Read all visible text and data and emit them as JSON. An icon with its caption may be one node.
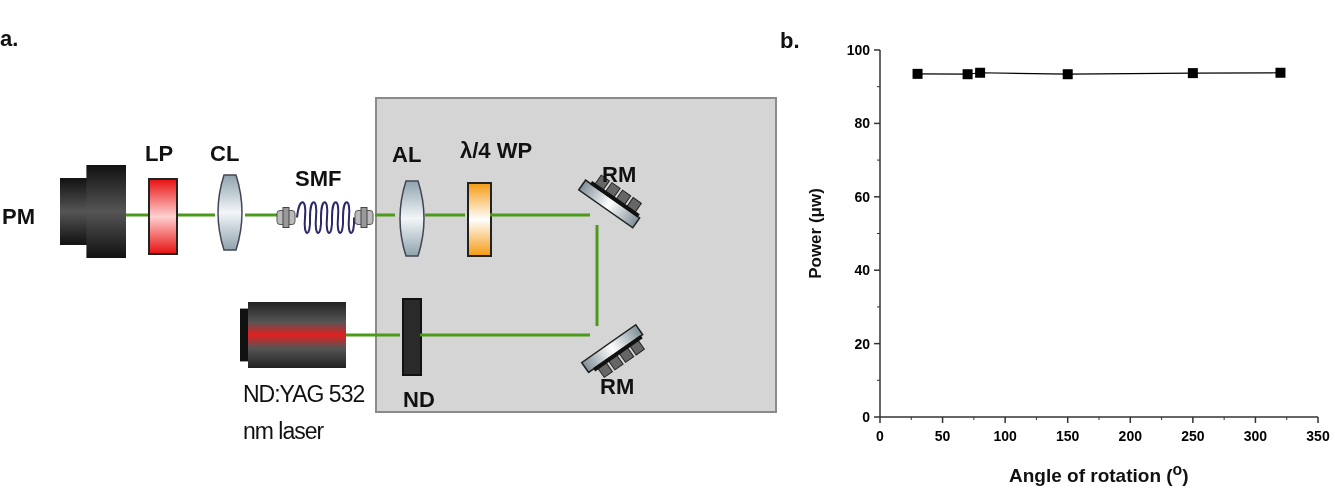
{
  "diagram": {
    "nodes": [
      {
        "text": [],
        "shape": "box"
      },
      {
        "text": [
          "PM"
        ]
      },
      {
        "text": [
          "LP"
        ]
      },
      {
        "text": [
          "CL"
        ]
      },
      {
        "text": [
          "SMF"
        ]
      },
      {
        "text": [
          "AL"
        ],
        "in": 0
      },
      {
        "text": [
          "λ/4 WP"
        ],
        "in": 0
      },
      {
        "text": [
          "RM"
        ],
        "in": 0
      },
      {
        "text": [
          "RM"
        ],
        "in": 0
      },
      {
        "text": [
          "ND"
        ],
        "in": 0
      },
      {
        "text": [
          "ND:YAG 532 nm laser"
        ]
      }
    ],
    "edges": [
      {
        "from": 10,
        "to": 9,
        "arrow": "none"
      },
      {
        "from": 9,
        "to": 8,
        "arrow": "none"
      },
      {
        "from": 8,
        "to": 7,
        "arrow": "none"
      },
      {
        "from": 7,
        "to": 6,
        "arrow": "none"
      },
      {
        "from": 6,
        "to": 5,
        "arrow": "none"
      },
      {
        "from": 5,
        "to": 4,
        "arrow": "none"
      },
      {
        "from": 4,
        "to": 3,
        "arrow": "none"
      },
      {
        "from": 3,
        "to": 2,
        "arrow": "none"
      },
      {
        "from": 2,
        "to": 1,
        "arrow": "none"
      }
    ],
    "labels": [
      "a.",
      "b."
    ],
    "chart_data": {
      "type": "line",
      "xlabel": "Angle of rotation ($^{o}$)",
      "ylabel": "Power (μw)",
      "x": [
        30,
        70,
        80,
        150,
        250,
        320
      ],
      "series": [
        {
          "color": "#000000",
          "marker": "square",
          "values": [
            93.5,
            93.4,
            93.8,
            93.4,
            93.7,
            93.8
          ]
        }
      ],
      "xlim": [
        0,
        350
      ],
      "ylim": [
        0,
        100
      ],
      "xticks": [
        0,
        50,
        100,
        150,
        200,
        250,
        300,
        350
      ],
      "yticks": [
        0,
        20,
        40,
        60,
        80,
        100
      ]
    }
  }
}
